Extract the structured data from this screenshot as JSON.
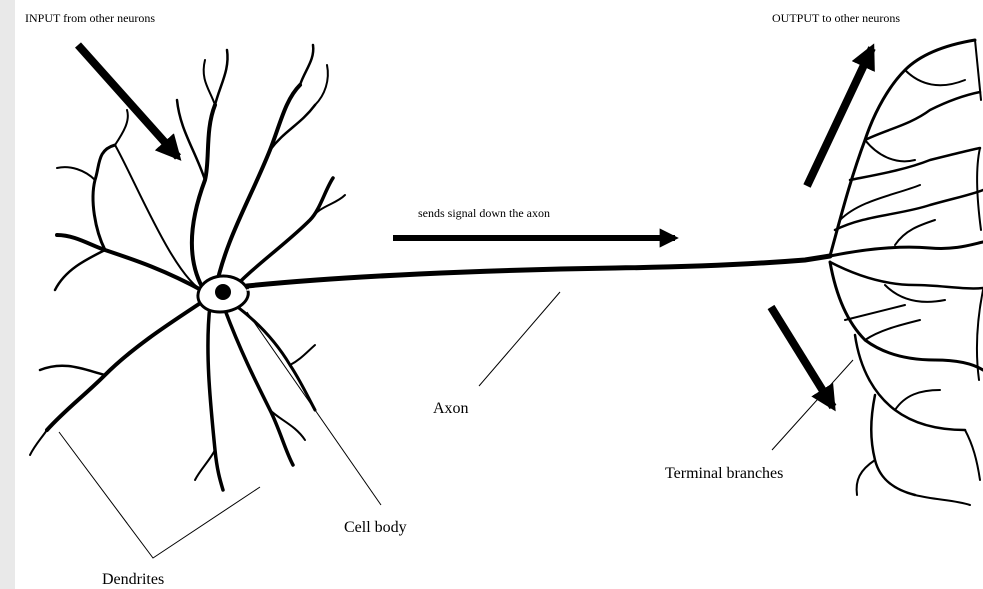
{
  "labels": {
    "input": "INPUT from other neurons",
    "output": "OUTPUT to other neurons",
    "signal": "sends signal down the axon",
    "axon": "Axon",
    "terminal": "Terminal branches",
    "cell_body": "Cell body",
    "dendrites": "Dendrites"
  },
  "colors": {
    "ink": "#000000",
    "page": "#ffffff",
    "margin": "#e9e9e9"
  }
}
